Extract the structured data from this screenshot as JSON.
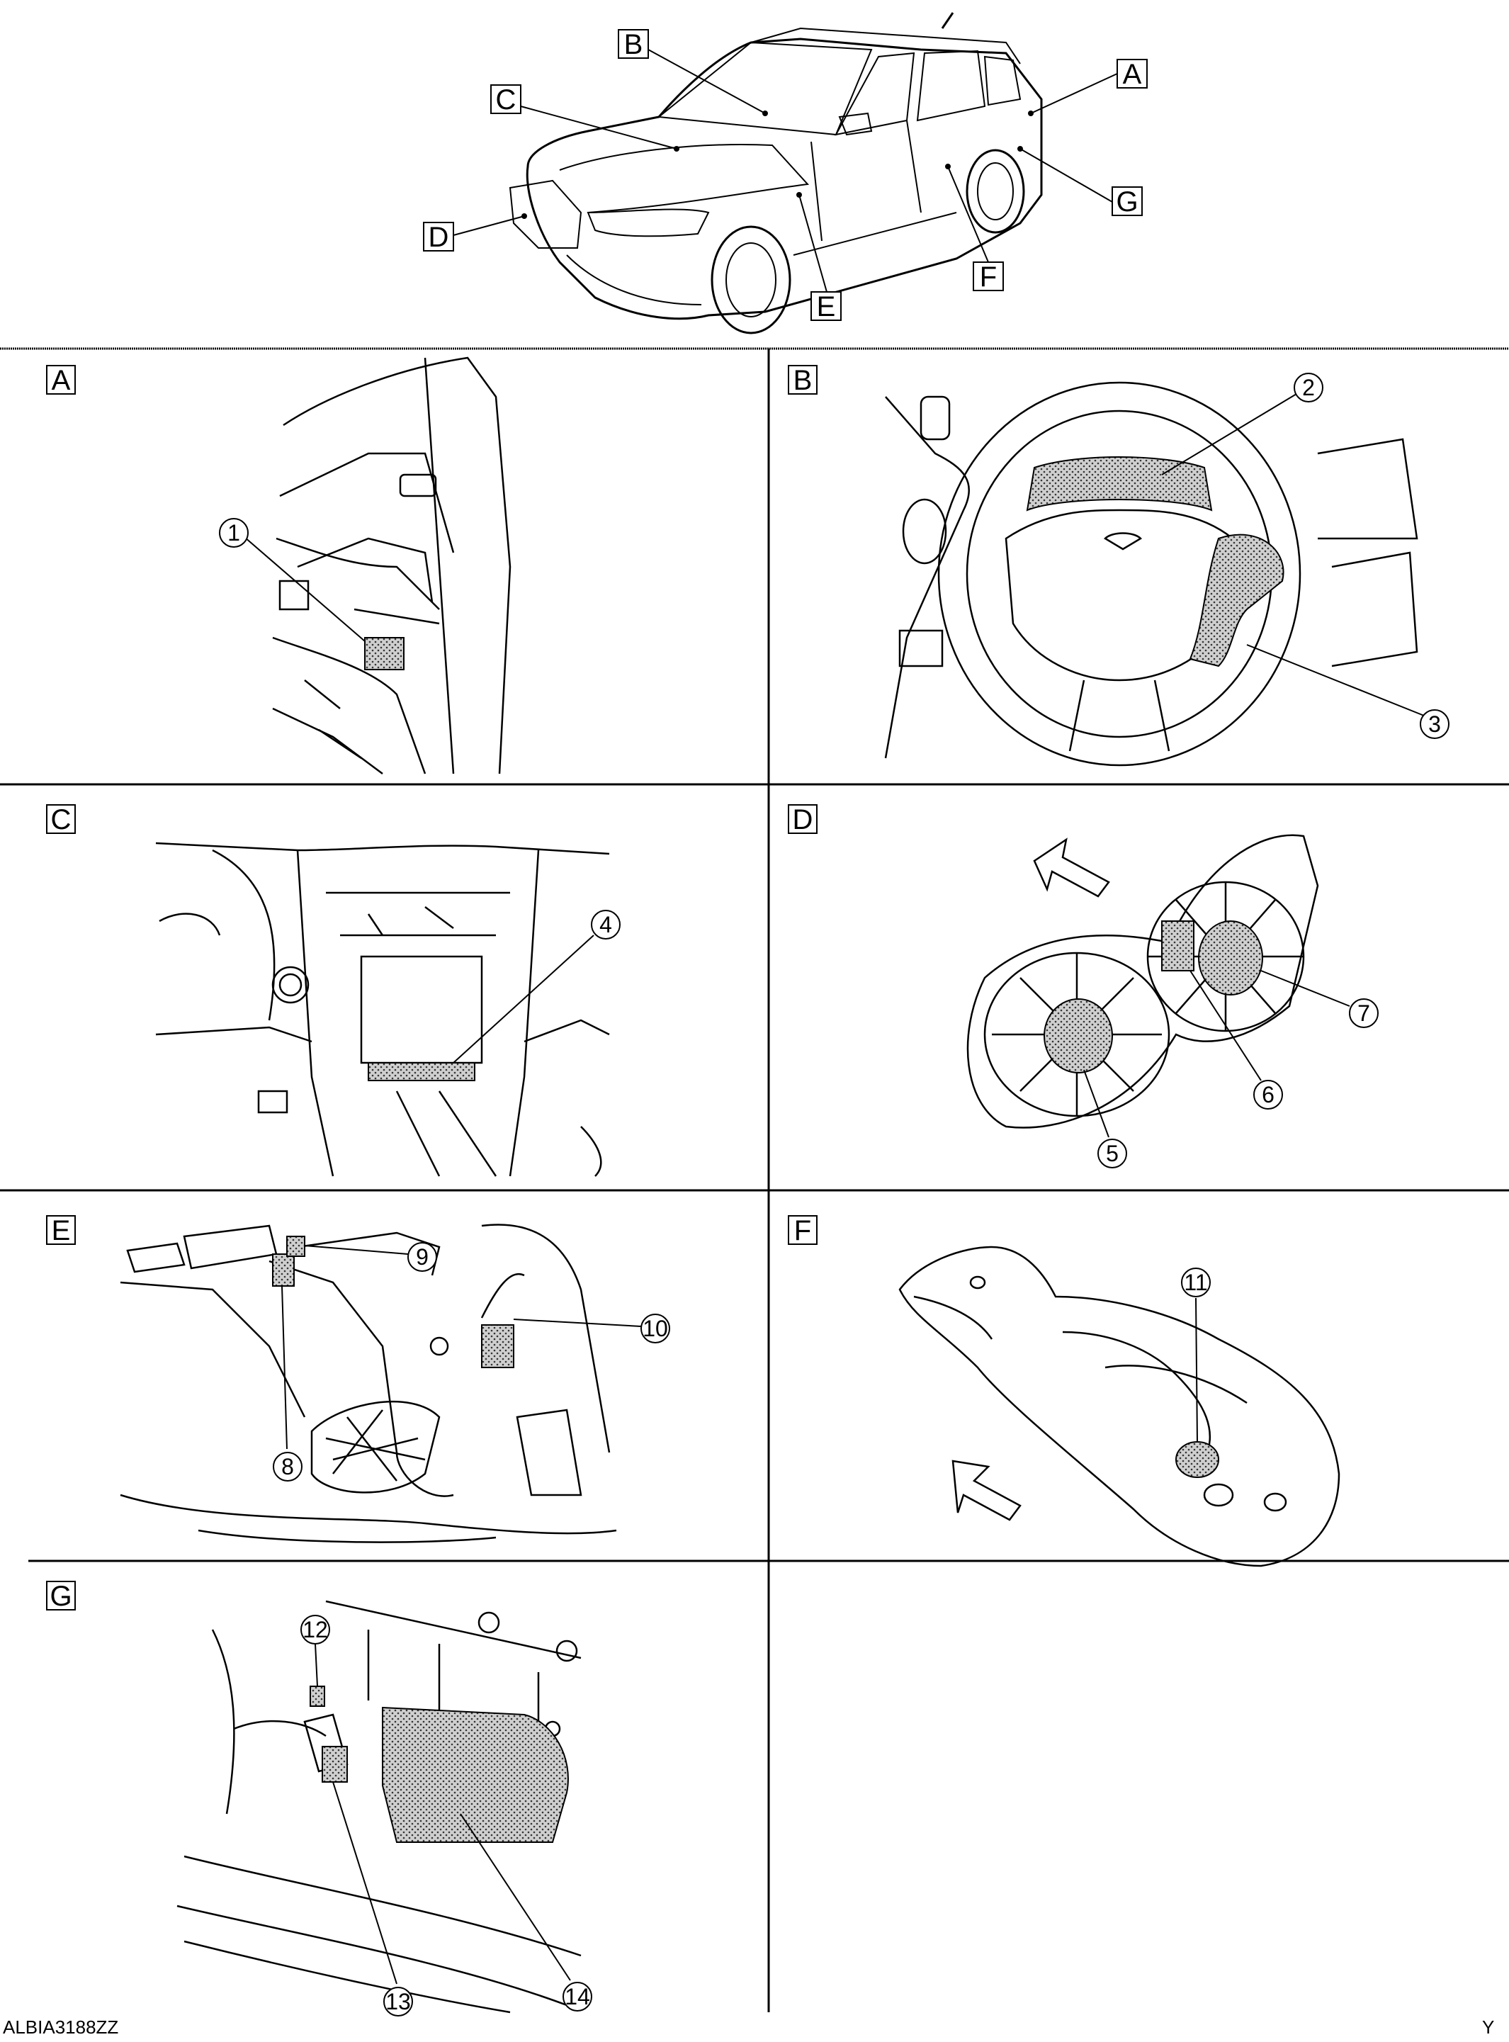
{
  "overview": {
    "callouts": [
      "A",
      "B",
      "C",
      "D",
      "E",
      "F",
      "G"
    ]
  },
  "panels": [
    {
      "letter": "A",
      "parts": [
        "1"
      ]
    },
    {
      "letter": "B",
      "parts": [
        "2",
        "3"
      ]
    },
    {
      "letter": "C",
      "parts": [
        "4"
      ]
    },
    {
      "letter": "D",
      "parts": [
        "5",
        "6",
        "7"
      ]
    },
    {
      "letter": "E",
      "parts": [
        "8",
        "9",
        "10"
      ]
    },
    {
      "letter": "F",
      "parts": [
        "11"
      ]
    },
    {
      "letter": "G",
      "parts": [
        "12",
        "13",
        "14"
      ]
    }
  ],
  "footer": {
    "code": "ALBIA3188ZZ",
    "corner_mark": "Y"
  },
  "colors": {
    "line": "#000000",
    "shaded_component": "#c8c8c8",
    "background": "#ffffff"
  }
}
